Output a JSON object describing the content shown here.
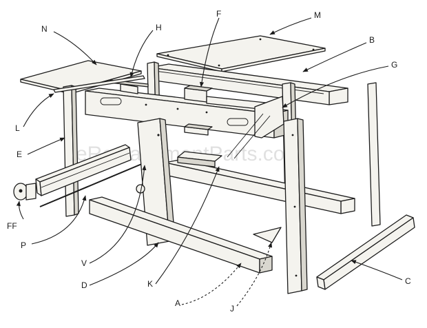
{
  "watermark": "eReplacementParts.com",
  "callouts": {
    "N": "N",
    "H": "H",
    "F": "F",
    "M": "M",
    "B": "B",
    "G": "G",
    "L": "L",
    "E": "E",
    "FF": "FF",
    "P": "P",
    "V": "V",
    "D": "D",
    "K": "K",
    "A": "A",
    "J": "J",
    "C": "C"
  }
}
